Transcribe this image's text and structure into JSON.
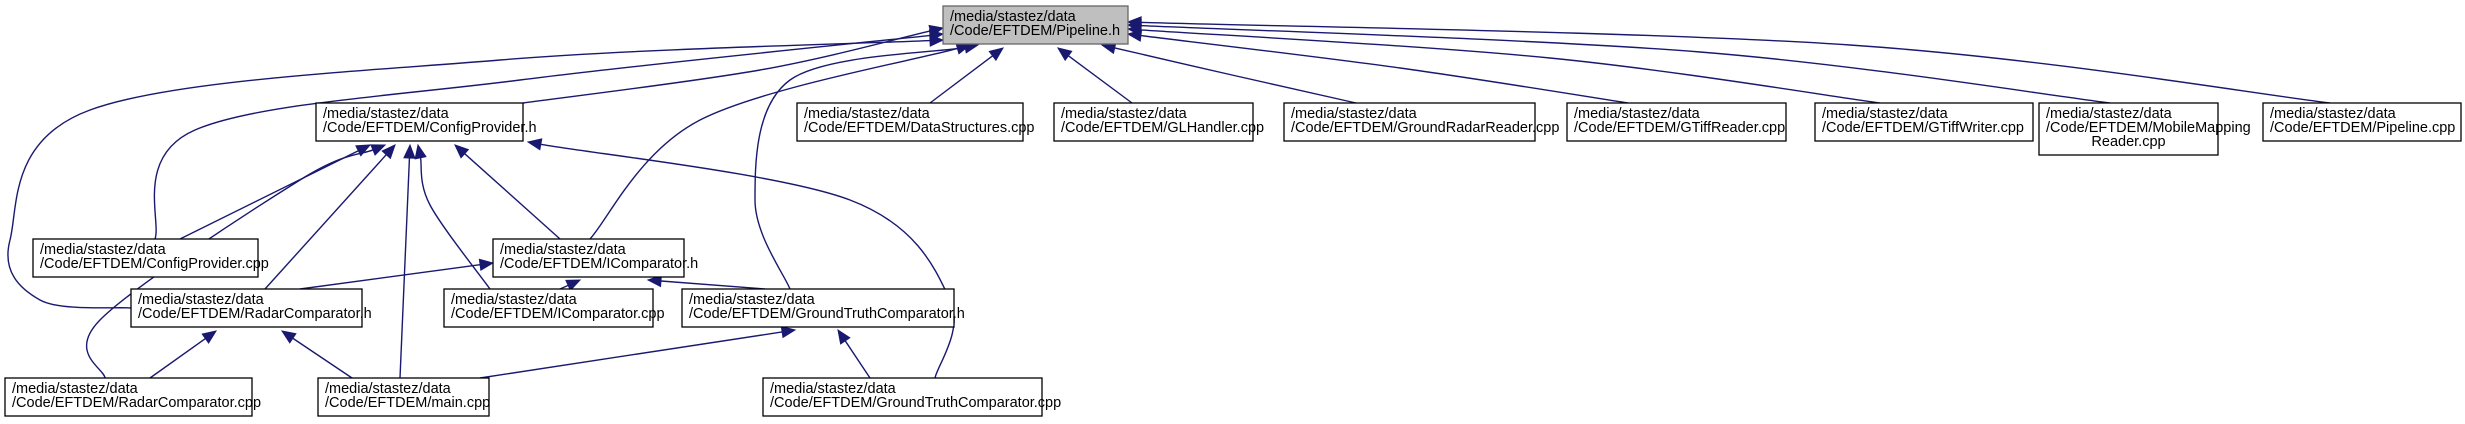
{
  "graph": {
    "edge_color": "#191970",
    "root_fill": "#bfbfbf",
    "nodes": [
      {
        "id": "pipeline_h",
        "lines": [
          "/media/stastez/data",
          "/Code/EFTDEM/Pipeline.h"
        ],
        "root": true
      },
      {
        "id": "configprovider_h",
        "lines": [
          "/media/stastez/data",
          "/Code/EFTDEM/ConfigProvider.h"
        ]
      },
      {
        "id": "datastructures_cpp",
        "lines": [
          "/media/stastez/data",
          "/Code/EFTDEM/DataStructures.cpp"
        ]
      },
      {
        "id": "glhandler_cpp",
        "lines": [
          "/media/stastez/data",
          "/Code/EFTDEM/GLHandler.cpp"
        ]
      },
      {
        "id": "groundradarreader_cpp",
        "lines": [
          "/media/stastez/data",
          "/Code/EFTDEM/GroundRadarReader.cpp"
        ]
      },
      {
        "id": "gtiffreader_cpp",
        "lines": [
          "/media/stastez/data",
          "/Code/EFTDEM/GTiffReader.cpp"
        ]
      },
      {
        "id": "gtiffwriter_cpp",
        "lines": [
          "/media/stastez/data",
          "/Code/EFTDEM/GTiffWriter.cpp"
        ]
      },
      {
        "id": "mobilemapping_cpp",
        "lines": [
          "/media/stastez/data",
          "/Code/EFTDEM/MobileMapping",
          "Reader.cpp"
        ]
      },
      {
        "id": "pipeline_cpp",
        "lines": [
          "/media/stastez/data",
          "/Code/EFTDEM/Pipeline.cpp"
        ]
      },
      {
        "id": "configprovider_cpp",
        "lines": [
          "/media/stastez/data",
          "/Code/EFTDEM/ConfigProvider.cpp"
        ]
      },
      {
        "id": "icomparator_h",
        "lines": [
          "/media/stastez/data",
          "/Code/EFTDEM/IComparator.h"
        ]
      },
      {
        "id": "radarcomparator_h",
        "lines": [
          "/media/stastez/data",
          "/Code/EFTDEM/RadarComparator.h"
        ]
      },
      {
        "id": "icomparator_cpp",
        "lines": [
          "/media/stastez/data",
          "/Code/EFTDEM/IComparator.cpp"
        ]
      },
      {
        "id": "groundtruthcomparator_h",
        "lines": [
          "/media/stastez/data",
          "/Code/EFTDEM/GroundTruthComparator.h"
        ]
      },
      {
        "id": "radarcomparator_cpp",
        "lines": [
          "/media/stastez/data",
          "/Code/EFTDEM/RadarComparator.cpp"
        ]
      },
      {
        "id": "main_cpp",
        "lines": [
          "/media/stastez/data",
          "/Code/EFTDEM/main.cpp"
        ]
      },
      {
        "id": "groundtruthcomparator_cpp",
        "lines": [
          "/media/stastez/data",
          "/Code/EFTDEM/GroundTruthComparator.cpp"
        ]
      }
    ],
    "edges": [
      {
        "from": "configprovider_h",
        "to": "pipeline_h"
      },
      {
        "from": "datastructures_cpp",
        "to": "pipeline_h"
      },
      {
        "from": "glhandler_cpp",
        "to": "pipeline_h"
      },
      {
        "from": "groundradarreader_cpp",
        "to": "pipeline_h"
      },
      {
        "from": "gtiffreader_cpp",
        "to": "pipeline_h"
      },
      {
        "from": "gtiffwriter_cpp",
        "to": "pipeline_h"
      },
      {
        "from": "mobilemapping_cpp",
        "to": "pipeline_h"
      },
      {
        "from": "pipeline_cpp",
        "to": "pipeline_h"
      },
      {
        "from": "configprovider_cpp",
        "to": "pipeline_h"
      },
      {
        "from": "icomparator_h",
        "to": "pipeline_h"
      },
      {
        "from": "radarcomparator_h",
        "to": "pipeline_h"
      },
      {
        "from": "groundtruthcomparator_h",
        "to": "pipeline_h"
      },
      {
        "from": "configprovider_cpp",
        "to": "configprovider_h"
      },
      {
        "from": "icomparator_h",
        "to": "configprovider_h"
      },
      {
        "from": "radarcomparator_h",
        "to": "configprovider_h"
      },
      {
        "from": "icomparator_cpp",
        "to": "configprovider_h"
      },
      {
        "from": "main_cpp",
        "to": "configprovider_h"
      },
      {
        "from": "radarcomparator_cpp",
        "to": "configprovider_h"
      },
      {
        "from": "groundtruthcomparator_cpp",
        "to": "configprovider_h"
      },
      {
        "from": "radarcomparator_h",
        "to": "icomparator_h"
      },
      {
        "from": "icomparator_cpp",
        "to": "icomparator_h"
      },
      {
        "from": "groundtruthcomparator_h",
        "to": "icomparator_h"
      },
      {
        "from": "radarcomparator_cpp",
        "to": "radarcomparator_h"
      },
      {
        "from": "main_cpp",
        "to": "radarcomparator_h"
      },
      {
        "from": "main_cpp",
        "to": "groundtruthcomparator_h"
      },
      {
        "from": "groundtruthcomparator_cpp",
        "to": "groundtruthcomparator_h"
      }
    ]
  }
}
